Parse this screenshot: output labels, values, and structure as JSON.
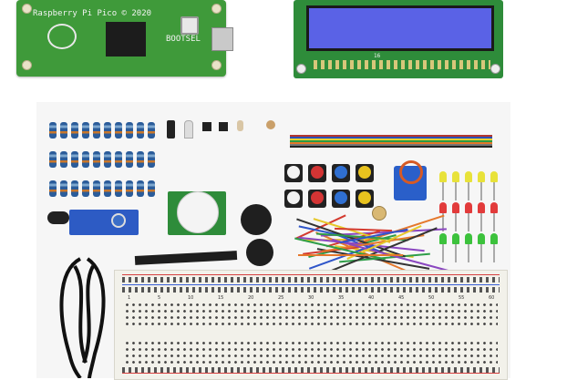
{
  "pico": {
    "label_name": "Raspberry Pi Pico © 2020",
    "label_bootsel": "BOOTSEL"
  },
  "lcd": {
    "pin_label": "16",
    "screen_color": "#5a62e6"
  },
  "breadboard": {
    "column_numbers": [
      "1",
      "5",
      "10",
      "15",
      "20",
      "25",
      "30",
      "35",
      "40",
      "45",
      "50",
      "55",
      "60"
    ]
  },
  "colors": {
    "pcb_green": "#3f9a3a",
    "lcd_green": "#2e8c3a",
    "button_red": "#d33434",
    "button_blue": "#2f6fd1",
    "button_yellow": "#e8c21e",
    "led_yellow": "#e8e23a",
    "led_red": "#e23b3b",
    "led_green": "#3cc23c"
  }
}
